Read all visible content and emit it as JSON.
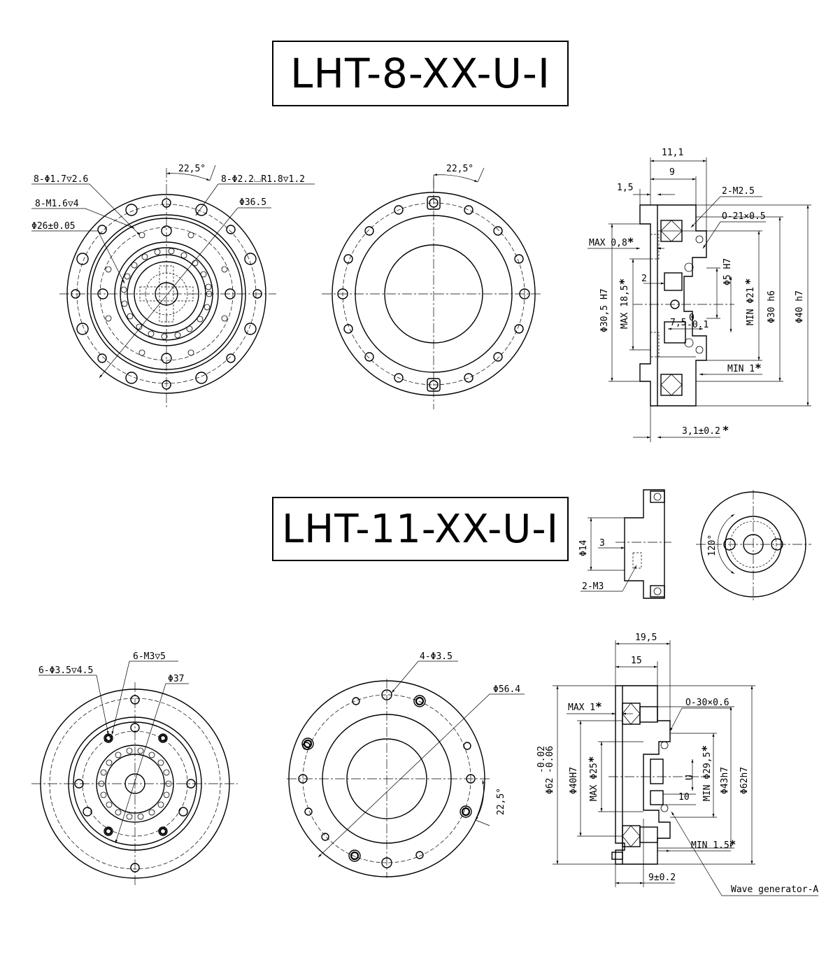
{
  "titles": {
    "top": "LHT-8-XX-U-I",
    "bottom": "LHT-11-XX-U-I"
  },
  "lht8": {
    "front": {
      "holes_a": "8-Φ1.7",
      "holes_a_depth": "2.6",
      "holes_b": "8-M1.6",
      "holes_b_depth": "4",
      "bore": "Φ26±0.05",
      "angle": "22,5°",
      "holes_c": "8-Φ2.2",
      "holes_c_cbore": "R1.8",
      "holes_c_depth": "1.2",
      "pcd": "Φ36.5"
    },
    "rear": {
      "angle": "22,5°"
    },
    "section": {
      "w_total": "11,1",
      "w_9": "9",
      "w_1_5": "1,5",
      "screws": "2-M2.5",
      "oring": "O-21×0.5",
      "max_08": "MAX 0,8",
      "star": "*",
      "d_30_5": "Φ30,5 H7",
      "max_18_5": "MAX 18,5",
      "d_2": "2",
      "d_5": "Φ5 H7",
      "min_21": "MIN Φ21",
      "d_30": "Φ30 h6",
      "d_40": "Φ40 h7",
      "d_7_5": "7,5",
      "tol_upper": "0",
      "tol_lower": "-0.1",
      "min_1": "MIN 1",
      "d_3_1": "3,1±0.2"
    }
  },
  "lht11": {
    "wg_side": {
      "d_14": "Φ14",
      "d_3": "3",
      "screws": "2-M3"
    },
    "wg_front": {
      "angle": "120°"
    },
    "front": {
      "holes_a": "6-Φ3.5",
      "holes_a_depth": "4.5",
      "holes_b": "6-M3",
      "holes_b_depth": "5",
      "pcd": "Φ37"
    },
    "rear": {
      "holes": "4-Φ3.5",
      "pcd": "Φ56.4",
      "angle": "22,5°"
    },
    "section": {
      "w_19_5": "19,5",
      "w_15": "15",
      "max_1": "MAX 1",
      "star": "*",
      "oring": "O-30×0.6",
      "d_62": "Φ62",
      "d_62_tol_upper": "-0.02",
      "d_62_tol_lower": "-0.06",
      "d_40": "Φ40H7",
      "max_25": "MAX Φ25",
      "d_u": "U",
      "d_10": "10",
      "min_29_5": "MIN Φ29,5",
      "d_43": "Φ43h7",
      "d_62h7": "Φ62h7",
      "min_1_5": "MIN 1.5",
      "d_9": "9±0.2",
      "wave_gen": "Wave generator-A"
    }
  }
}
